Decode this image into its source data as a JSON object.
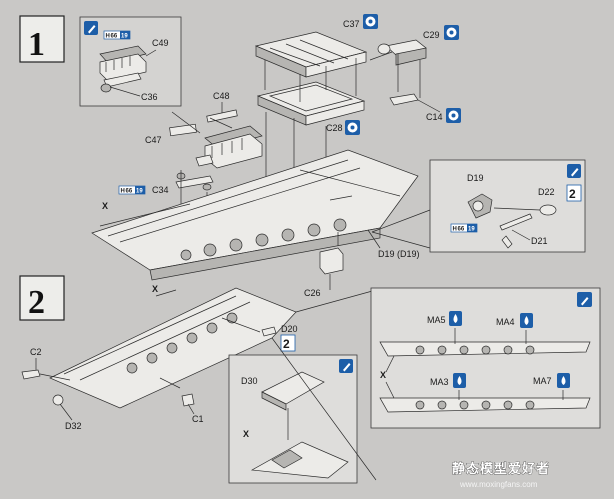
{
  "steps": [
    {
      "number": "1",
      "parts": [
        "C49",
        "C36",
        "C48",
        "C47",
        "C34",
        "C37",
        "C29",
        "C28",
        "C14",
        "C26",
        "D19",
        "D19 (D19)",
        "D22",
        "D21",
        "X"
      ],
      "h_badge": {
        "letter": "H",
        "n1": "66",
        "n2": "19"
      }
    },
    {
      "number": "2",
      "parts": [
        "X",
        "C2",
        "D32",
        "C1",
        "D20",
        "D30",
        "X",
        "MA5",
        "MA4",
        "MA3",
        "MA7",
        "X"
      ]
    }
  ],
  "quantity_marks": [
    "2",
    "2"
  ],
  "watermark": {
    "title": "静态模型爱好者",
    "url": "www.moxingfans.com"
  },
  "colors": {
    "background": "#c9c8c6",
    "accent_blue": "#1d5ea8",
    "line": "#2b2b2b"
  }
}
